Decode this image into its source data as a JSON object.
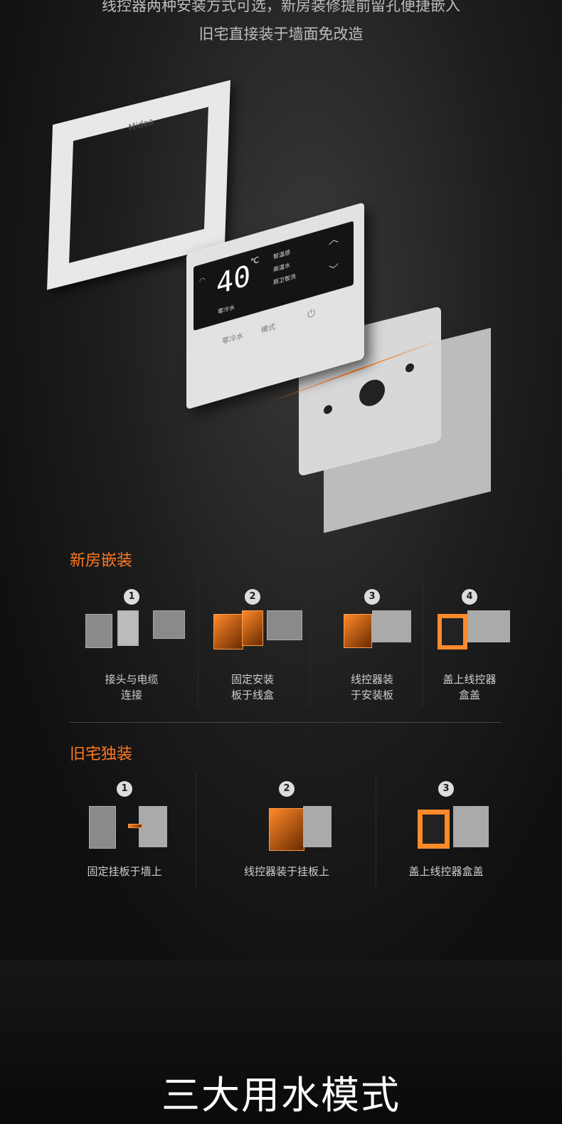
{
  "header": {
    "line1": "线控器两种安装方式可选，新房装修提前留孔便捷嵌入",
    "line2": "旧宅直接装于墙面免改造"
  },
  "product": {
    "logo": "Midea",
    "temperature": "40",
    "unit": "℃",
    "modes": [
      "智温感",
      "高温水",
      "厨卫智洗"
    ],
    "screen_label": "零冷水",
    "buttons": [
      "零冷水",
      "模式"
    ]
  },
  "new_house": {
    "title": "新房嵌装",
    "steps": [
      {
        "num": "1",
        "label": "接头与电缆\n连接"
      },
      {
        "num": "2",
        "label": "固定安装\n板于线盒"
      },
      {
        "num": "3",
        "label": "线控器装\n于安装板"
      },
      {
        "num": "4",
        "label": "盖上线控器\n盒盖"
      }
    ]
  },
  "old_house": {
    "title": "旧宅独装",
    "steps": [
      {
        "num": "1",
        "label": "固定挂板于墙上"
      },
      {
        "num": "2",
        "label": "线控器装于挂板上"
      },
      {
        "num": "3",
        "label": "盖上线控器盒盖"
      }
    ]
  },
  "footer": {
    "title": "三大用水模式"
  },
  "colors": {
    "accent": "#ff7a1f"
  }
}
